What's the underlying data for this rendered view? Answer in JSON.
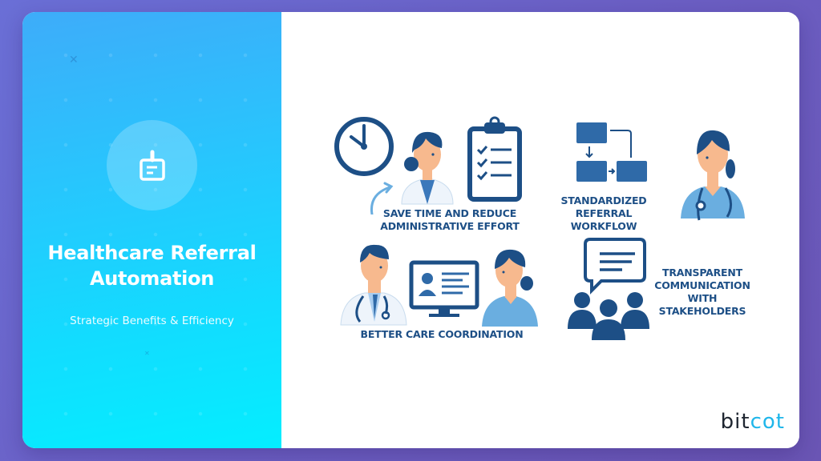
{
  "slide": {
    "title": "Healthcare Referral Automation",
    "subtitle": "Strategic Benefits & Efficiency",
    "icon": "clipboard-document-icon"
  },
  "benefits": [
    {
      "label_line1": "SAVE TIME AND REDUCE",
      "label_line2": "ADMINISTRATIVE EFFORT",
      "icons": [
        "clock-icon",
        "doctor-female-icon",
        "checklist-clipboard-icon",
        "curved-arrow-icon"
      ]
    },
    {
      "label_line1": "STANDARDIZED",
      "label_line2": "REFERRAL WORKFLOW",
      "icons": [
        "workflow-diagram-icon",
        "nurse-stethoscope-icon"
      ]
    },
    {
      "label_line1": "BETTER CARE COORDINATION",
      "icons": [
        "doctor-male-icon",
        "monitor-profile-icon",
        "nurse-female-icon"
      ]
    },
    {
      "label_line1": "TRANSPARENT",
      "label_line2": "COMMUNICATION",
      "label_line3": "WITH STAKEHOLDERS",
      "icons": [
        "speech-bubble-icon",
        "people-group-icon"
      ]
    }
  ],
  "brand": {
    "part1": "bit",
    "part2": "cot"
  },
  "colors": {
    "accent_dark_blue": "#1d4f86",
    "accent_light_blue": "#6aaee0",
    "panel_gradient_start": "#3eacf9",
    "panel_gradient_end": "#04eeff",
    "background": "#6a5fc4",
    "brand_cyan": "#1fb6ea"
  }
}
